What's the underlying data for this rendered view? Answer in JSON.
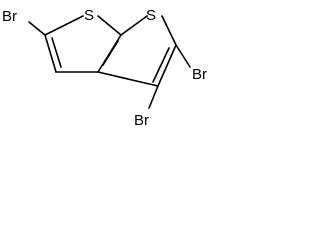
{
  "molecule": {
    "atoms": {
      "br_left": "Br",
      "s_left": "S",
      "s_right": "S",
      "br_right": "Br",
      "br_bottom": "Br"
    }
  }
}
